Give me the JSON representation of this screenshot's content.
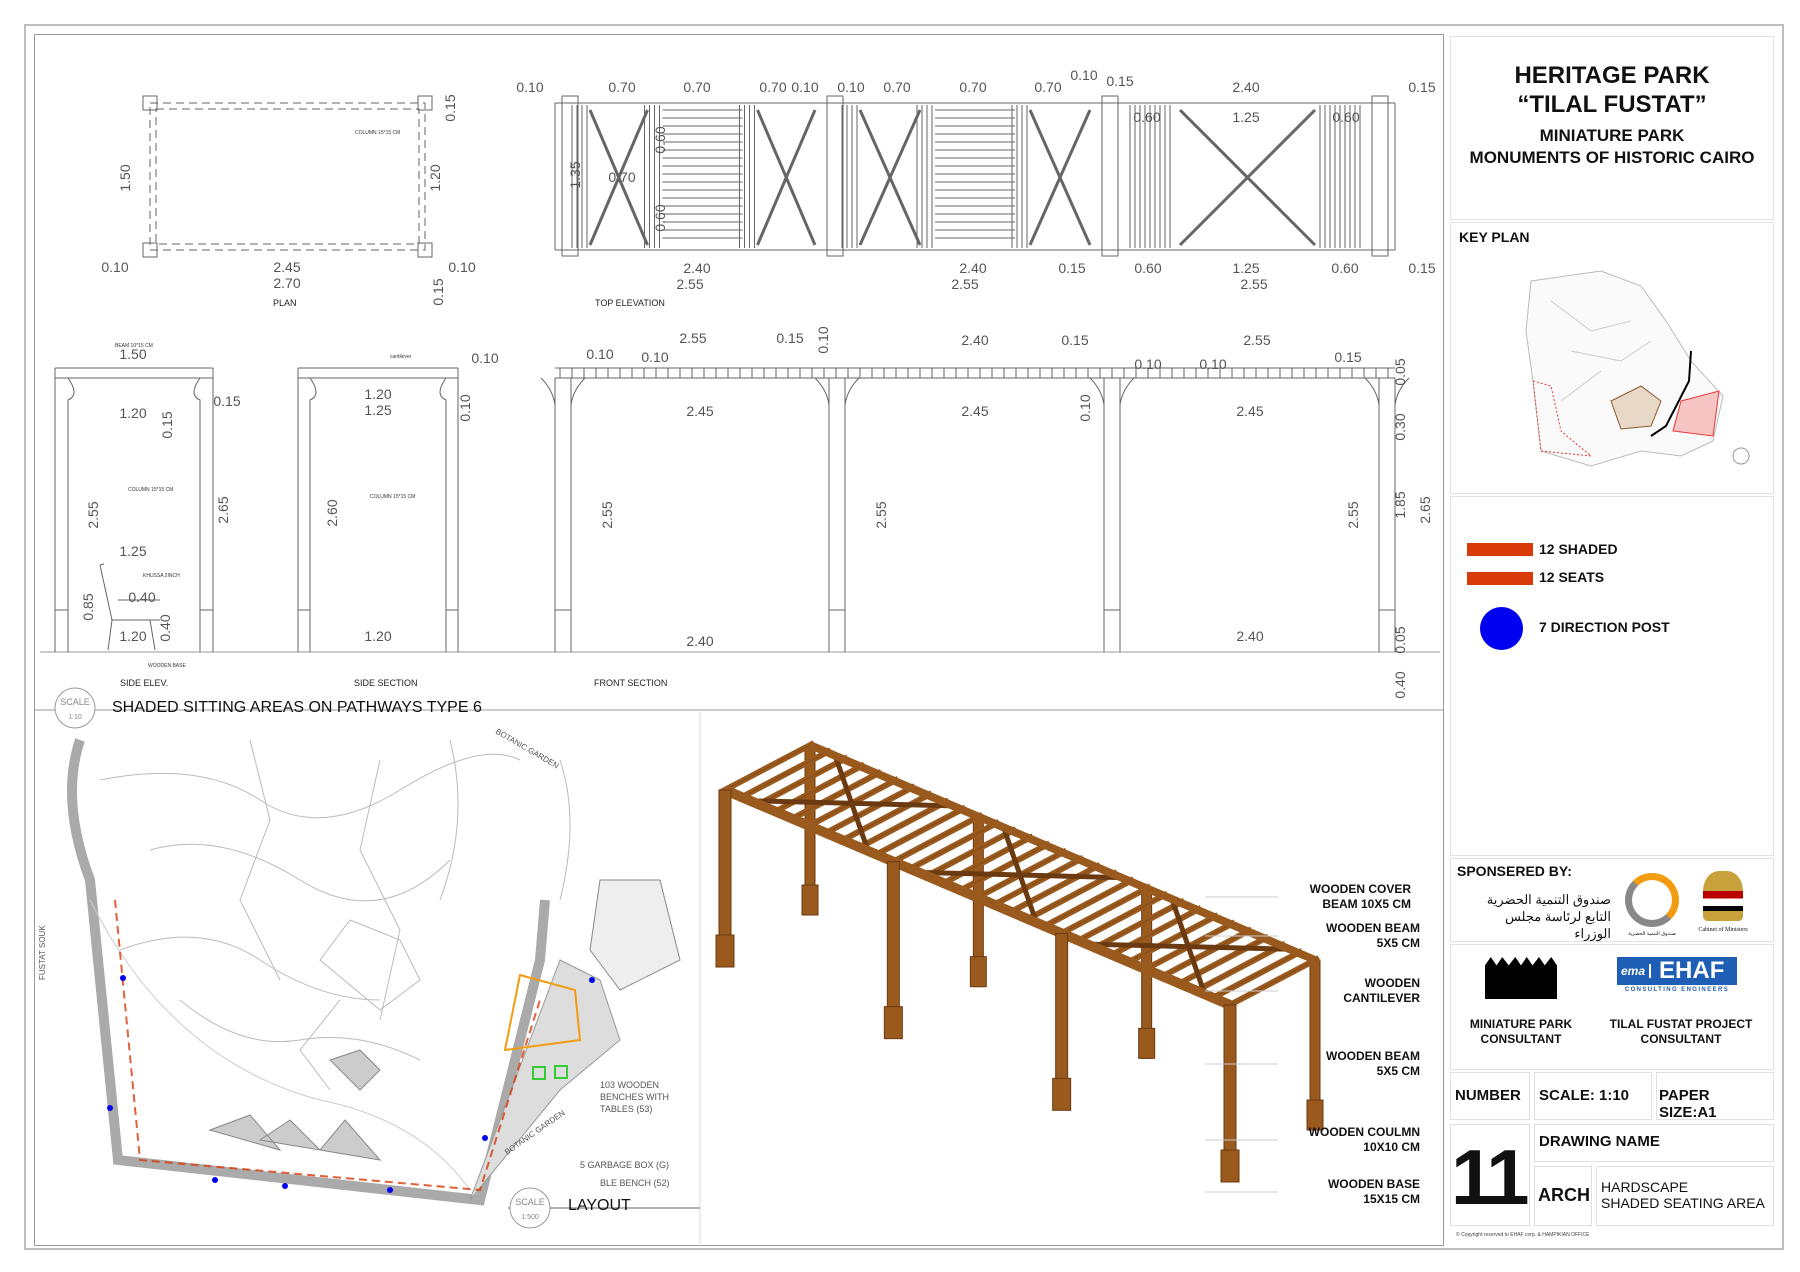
{
  "title_block": {
    "title_line1": "HERITAGE PARK",
    "title_line2": "“TILAL FUSTAT”",
    "subtitle_line1": "MINIATURE PARK",
    "subtitle_line2": "MONUMENTS OF HISTORIC CAIRO",
    "key_plan_label": "KEY PLAN",
    "legend": [
      {
        "label": "12 SHADED",
        "color": "#d93a0a"
      },
      {
        "label": "12 SEATS",
        "color": "#d93a0a"
      },
      {
        "label": "7 DIRECTION POST",
        "color": "#0000f0"
      }
    ],
    "sponsored_label": "SPONSERED BY:",
    "sponsor_arabic_line1": "صندوق التنمية الحضرية",
    "sponsor_arabic_line2": "التابع لرئاسة مجلس الوزراء",
    "sponsor_logo_caption": "صندوق التنمية الحضرية",
    "cabinet_caption": "Cabinet of Ministers",
    "ehaf_logo_small": "ema",
    "ehaf_logo_big": "EHAF",
    "ehaf_logo_sub": "CONSULTING ENGINEERS",
    "consultant1_line1": "MINIATURE PARK",
    "consultant1_line2": "CONSULTANT",
    "consultant2_line1": "TILAL FUSTAT PROJECT",
    "consultant2_line2": "CONSULTANT",
    "number_label": "NUMBER",
    "scale_label": "SCALE: 1:10",
    "paper_size_label": "PAPER SIZE:A1",
    "drawing_name_label": "DRAWING NAME",
    "sheet_number": "11",
    "discipline": "ARCH",
    "drawing_name_line1": "HARDSCAPE",
    "drawing_name_line2": "SHADED SEATING AREA",
    "copyright": "© Copyright reserved to EHAF corp. & HAMPIKIAN OFFICE"
  },
  "views": {
    "plan": "PLAN",
    "top_elevation": "TOP ELEVATION",
    "side_elev": "SIDE ELEV.",
    "side_section": "SIDE SECTION",
    "front_section": "FRONT SECTION",
    "main_title": "SHADED SITTING AREAS ON PATHWAYS TYPE 6",
    "scale_word": "SCALE",
    "scale_detail": "1:10",
    "layout_title": "LAYOUT",
    "layout_scale": "1:500"
  },
  "small_notes": {
    "column": "COLUMN 15*15 CM",
    "beam": "BEAM 10*15 CM",
    "cantilever": "cantilever",
    "khussa": "KHUSSA 2INCH",
    "wooden_base": "WOODEN BASE"
  },
  "dims": [
    "1.50",
    "1.20",
    "0.15",
    "0.10",
    "2.45",
    "2.70",
    "0.15",
    "0.10",
    "0.10",
    "0.70",
    "0.70",
    "0.70",
    "0.10",
    "0.10",
    "0.70",
    "0.70",
    "0.70",
    "0.10",
    "0.15",
    "2.40",
    "0.15",
    "0.60",
    "1.25",
    "0.60",
    "0.70",
    "0.60",
    "0.60",
    "1.35",
    "2.40",
    "2.55",
    "2.40",
    "2.55",
    "0.15",
    "0.60",
    "1.25",
    "2.55",
    "0.60",
    "0.15",
    "1.50",
    "1.20",
    "0.15",
    "0.15",
    "2.55",
    "2.65",
    "1.25",
    "0.40",
    "0.85",
    "1.20",
    "0.40",
    "1.20",
    "1.25",
    "0.10",
    "0.10",
    "2.60",
    "1.20",
    "0.10",
    "2.55",
    "0.10",
    "0.15",
    "0.10",
    "2.40",
    "0.15",
    "0.10",
    "0.10",
    "2.55",
    "0.15",
    "0.05",
    "2.45",
    "2.45",
    "2.45",
    "0.10",
    "0.30",
    "2.55",
    "2.55",
    "2.55",
    "1.85",
    "2.65",
    "2.40",
    "2.40",
    "0.05",
    "0.40"
  ],
  "pergola_labels": [
    {
      "line1": "WOODEN COVER",
      "line2": "BEAM 10X5 CM"
    },
    {
      "line1": "WOODEN BEAM",
      "line2": "5X5 CM"
    },
    {
      "line1": "WOODEN",
      "line2": "CANTILEVER"
    },
    {
      "line1": "WOODEN BEAM",
      "line2": "5X5 CM"
    },
    {
      "line1": "WOODEN COULMN",
      "line2": "10X10 CM"
    },
    {
      "line1": "WOODEN BASE",
      "line2": "15X15 CM"
    }
  ],
  "map_labels": {
    "fustat_souk": "FUSTAT SOUK",
    "botanic_garden_top": "BOTANIC GARDEN",
    "botanic_garden": "BOTANIC GARDEN",
    "benches": [
      "103 WOODEN",
      "BENCHES WITH",
      "TABLES (53)"
    ],
    "garbage": "5 GARBAGE BOX (G)",
    "bench": "BLE BENCH (52)"
  },
  "colors": {
    "wood": "#9a5a1e",
    "wood_dark": "#6b3a10",
    "shade": "#d93a0a",
    "post": "#0000f0"
  }
}
